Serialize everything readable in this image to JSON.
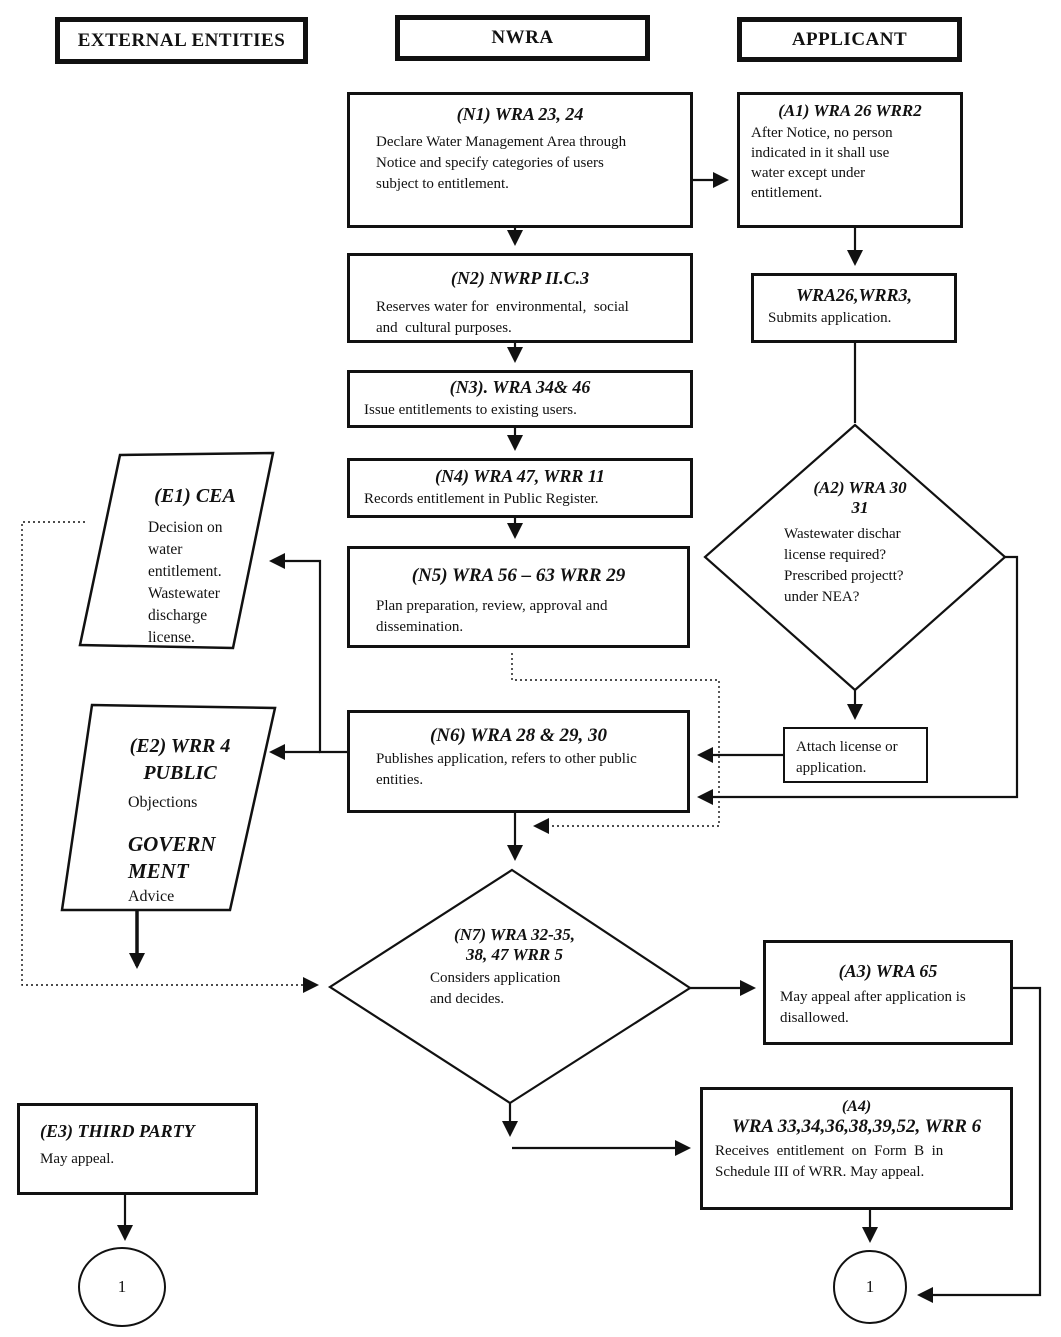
{
  "colors": {
    "ink": "#111111",
    "paper": "#ffffff"
  },
  "columns": {
    "external": "EXTERNAL ENTITIES",
    "nwra": "NWRA",
    "applicant": "APPLICANT"
  },
  "nodes": {
    "n1": {
      "title": "(N1)  WRA 23, 24",
      "body": "Declare Water Management Area through\nNotice and specify categories of users\nsubject to entitlement."
    },
    "a1": {
      "title": "(A1) WRA 26 WRR2",
      "body": "After Notice, no person\nindicated in it shall use\nwater except under\nentitlement."
    },
    "n2": {
      "title": "(N2)  NWRP II.C.3",
      "body": "Reserves water for  environmental,  social\nand  cultural purposes."
    },
    "wra26": {
      "title": "WRA26,WRR3,",
      "body": "Submits application."
    },
    "n3": {
      "title": "(N3). WRA 34& 46",
      "body": "Issue entitlements to existing users."
    },
    "n4": {
      "title": "(N4)  WRA 47, WRR 11",
      "body": "Records entitlement in Public Register."
    },
    "n5": {
      "title": "(N5)  WRA 56 – 63 WRR 29",
      "body": "Plan preparation, review, approval and\ndissemination."
    },
    "e1": {
      "title": "(E1)  CEA",
      "body": "Decision on\nwater\nentitlement.\nWastewater\ndischarge\nlicense."
    },
    "a2": {
      "title_line1": "(A2)  WRA 30",
      "title_line2": "31",
      "body": "Wastewater dischar\nlicense required?\nPrescribed projectt?\nunder NEA?"
    },
    "e2": {
      "title_line1": "(E2)  WRR 4",
      "title_line2": "PUBLIC",
      "body1": "Objections",
      "title_line3": "GOVERN",
      "title_line4": "MENT",
      "body2": "Advice"
    },
    "n6": {
      "title": "(N6)  WRA 28 & 29, 30",
      "body": "Publishes application, refers to other public\nentities."
    },
    "attach": {
      "body": "Attach license or\napplication."
    },
    "n7": {
      "title_line1": "(N7)  WRA 32-35,",
      "title_line2": "38, 47 WRR 5",
      "body": "Considers application\nand decides."
    },
    "a3": {
      "title": "(A3)  WRA 65",
      "body": "May appeal after application is\ndisallowed."
    },
    "a4": {
      "title_line1": "(A4)",
      "title_line2": "WRA 33,34,36,38,39,52, WRR 6",
      "body": "Receives  entitlement  on  Form  B  in\nSchedule III of WRR. May appeal."
    },
    "e3": {
      "title": "(E3) THIRD PARTY",
      "body": "May appeal."
    },
    "off_page_left": {
      "label": "1"
    },
    "off_page_right": {
      "label": "1"
    }
  }
}
